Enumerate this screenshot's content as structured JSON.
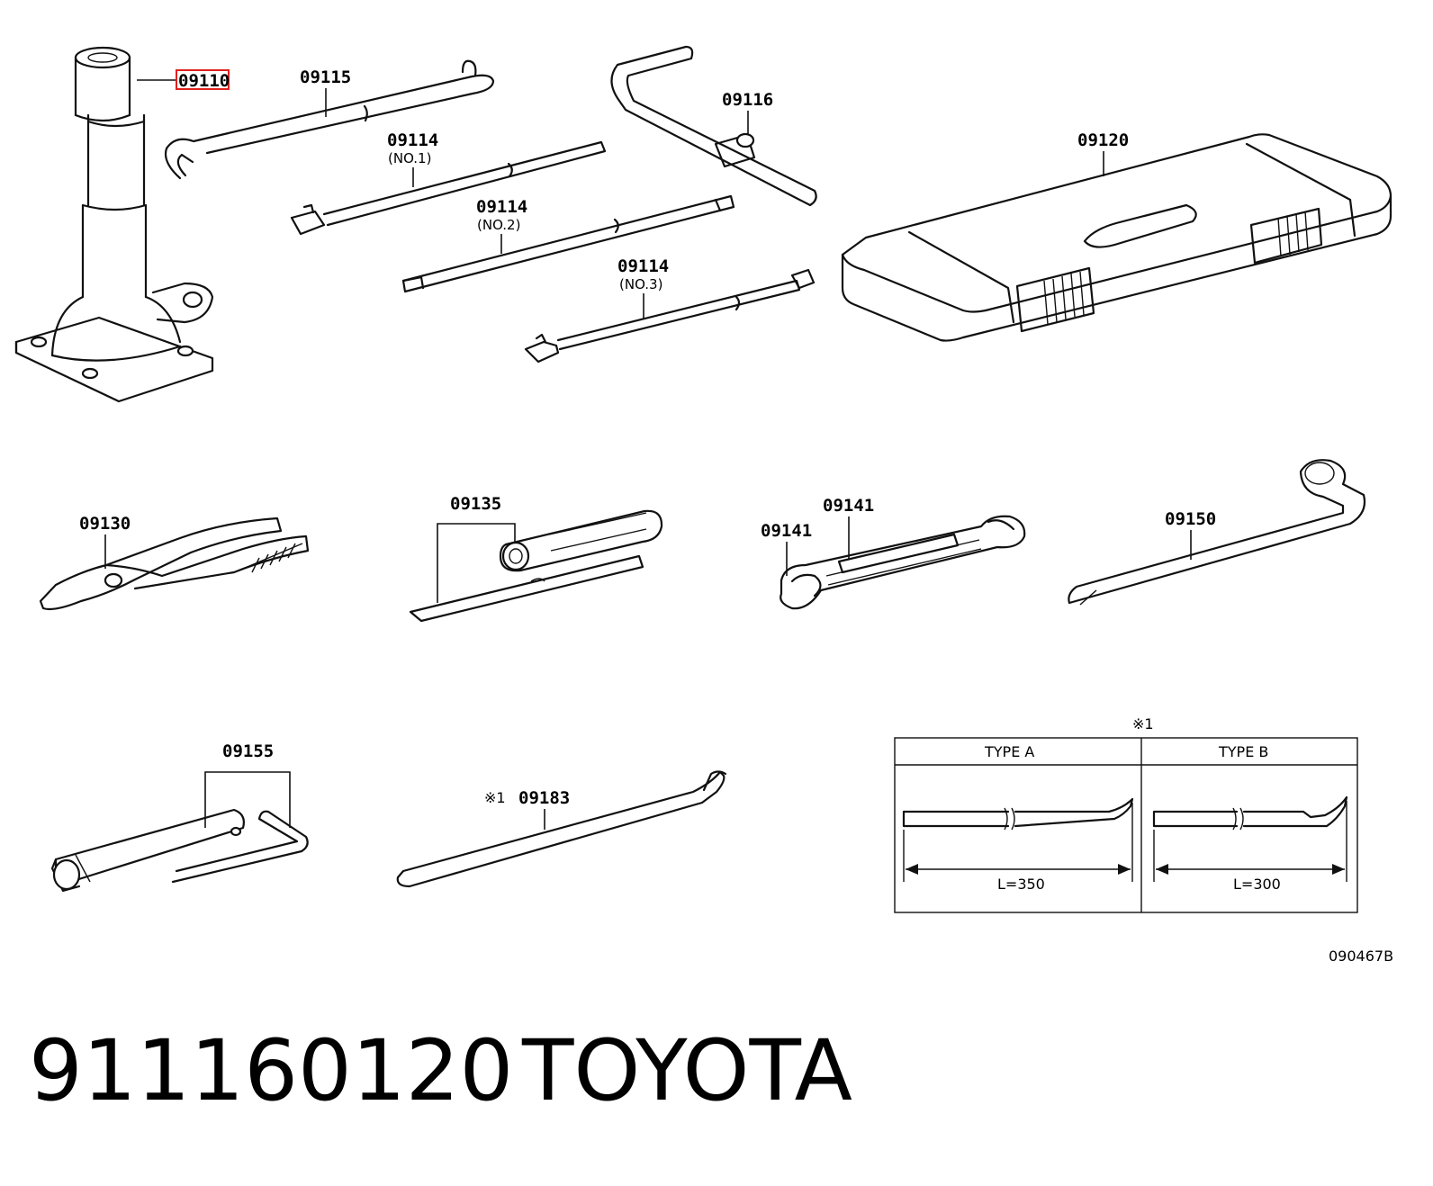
{
  "figure_code": "090467B",
  "caption": {
    "part_number": "911160120",
    "brand": "TOYOTA"
  },
  "highlighted_callout": "09110",
  "callouts": {
    "c09110": "09110",
    "c09115": "09115",
    "c09114_1": "09114",
    "c09114_1_sub": "(NO.1)",
    "c09114_2": "09114",
    "c09114_2_sub": "(NO.2)",
    "c09114_3": "09114",
    "c09114_3_sub": "(NO.3)",
    "c09116": "09116",
    "c09120": "09120",
    "c09130": "09130",
    "c09135": "09135",
    "c09141_a": "09141",
    "c09141_b": "09141",
    "c09150": "09150",
    "c09155": "09155",
    "c09183": "09183",
    "c09183_mark": "※1"
  },
  "type_table": {
    "note_mark": "※1",
    "type_a": {
      "header": "TYPE A",
      "length": "L=350"
    },
    "type_b": {
      "header": "TYPE B",
      "length": "L=300"
    }
  },
  "colors": {
    "highlight": "#e0201c",
    "ink": "#111111",
    "background": "#ffffff"
  }
}
